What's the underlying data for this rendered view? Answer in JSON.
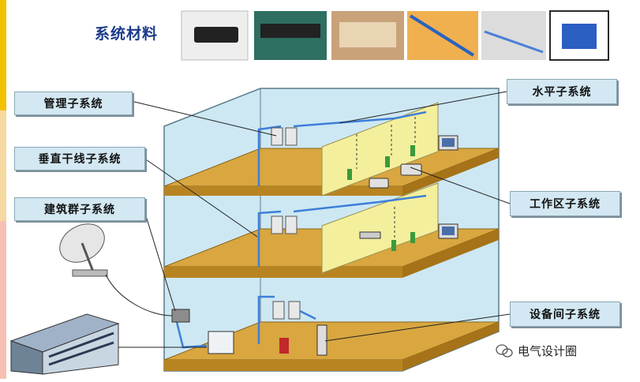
{
  "title": "系统材料",
  "labels": {
    "management": "管理子系统",
    "vertical": "垂直干线子系统",
    "campus": "建筑群子系统",
    "horizontal": "水平子系统",
    "work_area": "工作区子系统",
    "equipment_room": "设备间子系统"
  },
  "watermark": "电气设计圈",
  "colors": {
    "title": "#1b3a8a",
    "label_bg": "#d3e8f2",
    "floor": "#d9a640",
    "wall": "#f4ef9c",
    "cable": "#3d7fd8",
    "building_bg": "#cde8f3",
    "accent_bar": "#f2c200"
  }
}
